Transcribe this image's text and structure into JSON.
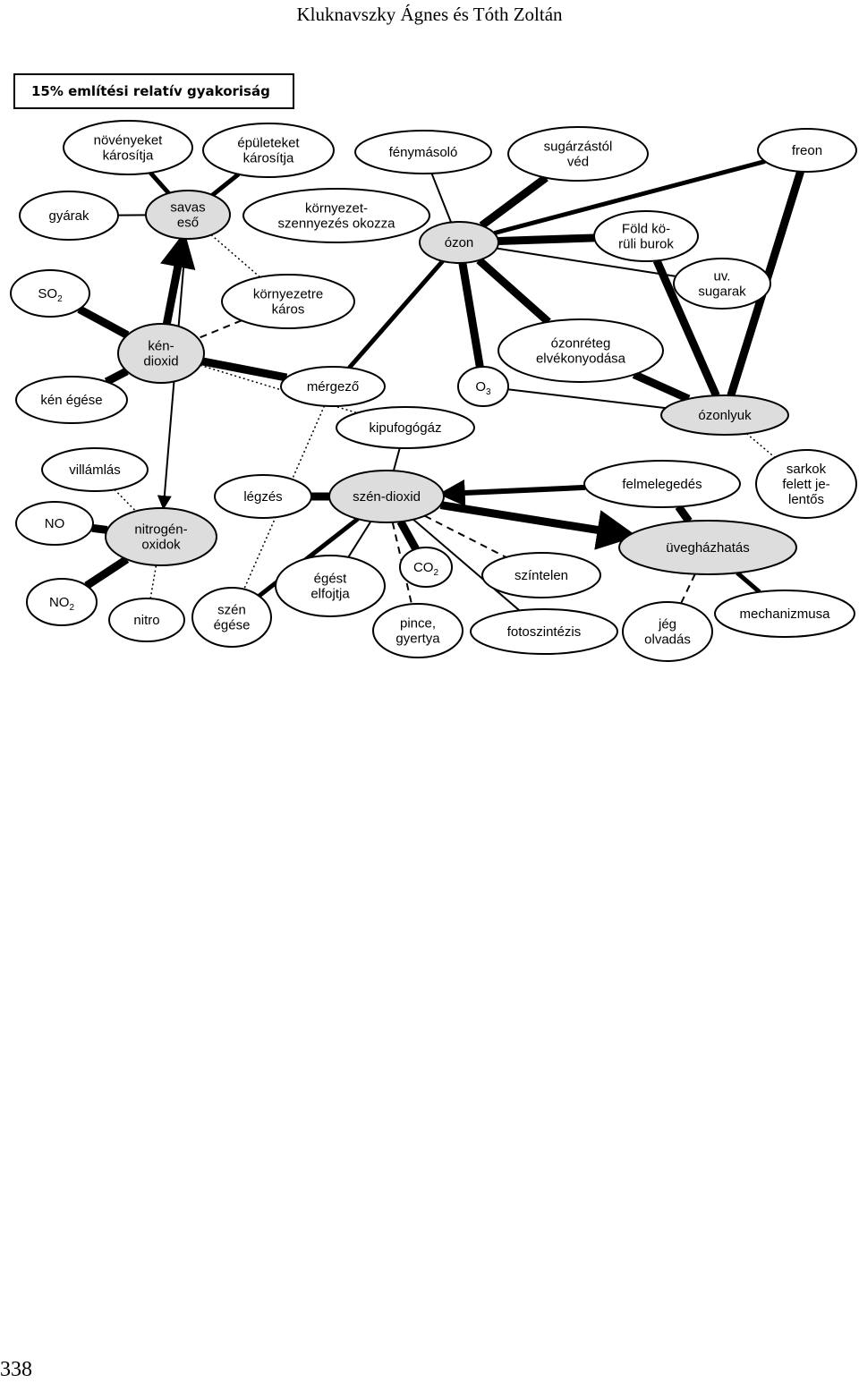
{
  "header": {
    "title": "Kluknavszky Ágnes és Tóth Zoltán"
  },
  "frequency_box": {
    "text": "15% említési relatív gyakoriság"
  },
  "page_number": "338",
  "nodes": {
    "noveny": {
      "lines": [
        "növényeket",
        "károsítja"
      ]
    },
    "epulet": {
      "lines": [
        "épületeket",
        "károsítja"
      ]
    },
    "fenymasolo": {
      "lines": [
        "fénymásoló"
      ]
    },
    "sugarzastol": {
      "lines": [
        "sugárzástól",
        "véd"
      ]
    },
    "freon": {
      "lines": [
        "freon"
      ]
    },
    "gyarak": {
      "lines": [
        "gyárak"
      ]
    },
    "savas_eso": {
      "lines": [
        "savas",
        "eső"
      ]
    },
    "kornyezet_szenny": {
      "lines": [
        "környezet-",
        "szennyezés okozza"
      ]
    },
    "ozon": {
      "lines": [
        "ózon"
      ]
    },
    "fold_koruli": {
      "lines": [
        "Föld kö-",
        "rüli burok"
      ]
    },
    "so2": {
      "text": "SO",
      "sub": "2"
    },
    "kornyezetre_karos": {
      "lines": [
        "környezetre",
        "káros"
      ]
    },
    "uv_sugarak": {
      "lines": [
        "uv.",
        "sugarak"
      ]
    },
    "ken_dioxid": {
      "lines": [
        "kén-",
        "dioxid"
      ]
    },
    "ozonreteg": {
      "lines": [
        "ózonréteg",
        "elvékonyodása"
      ]
    },
    "ken_egese": {
      "lines": [
        "kén égése"
      ]
    },
    "mergezo": {
      "lines": [
        "mérgező"
      ]
    },
    "o3": {
      "text": "O",
      "sub": "3"
    },
    "ozonlyuk": {
      "lines": [
        "ózonlyuk"
      ]
    },
    "kipufogogaz": {
      "lines": [
        "kipufogógáz"
      ]
    },
    "villamlas": {
      "lines": [
        "villámlás"
      ]
    },
    "legzes": {
      "lines": [
        "légzés"
      ]
    },
    "szen_dioxid": {
      "lines": [
        "szén-dioxid"
      ]
    },
    "felmelegedes": {
      "lines": [
        "felmelegedés"
      ]
    },
    "sarkok": {
      "lines": [
        "sarkok",
        "felett je-",
        "lentős"
      ]
    },
    "no": {
      "lines": [
        "NO"
      ]
    },
    "nitrogen_oxidok": {
      "lines": [
        "nitrogén-",
        "oxidok"
      ]
    },
    "uveghazhatas": {
      "lines": [
        "üvegházhatás"
      ]
    },
    "egest_elfojtja": {
      "lines": [
        "égést",
        "elfojtja"
      ]
    },
    "co2": {
      "text": "CO",
      "sub": "2"
    },
    "szintelen": {
      "lines": [
        "színtelen"
      ]
    },
    "no2": {
      "text": "NO",
      "sub": "2"
    },
    "nitro": {
      "lines": [
        "nitro"
      ]
    },
    "szen_egese": {
      "lines": [
        "szén",
        "égése"
      ]
    },
    "pince_gyertya": {
      "lines": [
        "pince,",
        "gyertya"
      ]
    },
    "fotoszintezis": {
      "lines": [
        "fotoszintézis"
      ]
    },
    "jeg_olvadas": {
      "lines": [
        "jég",
        "olvadás"
      ]
    },
    "mechanizmusa": {
      "lines": [
        "mechanizmusa"
      ]
    }
  },
  "edge_styles": {
    "thick": "solid heavy",
    "medium": "solid medium",
    "thin": "solid thin",
    "dashed": "dashed",
    "dotted": "dotted"
  }
}
